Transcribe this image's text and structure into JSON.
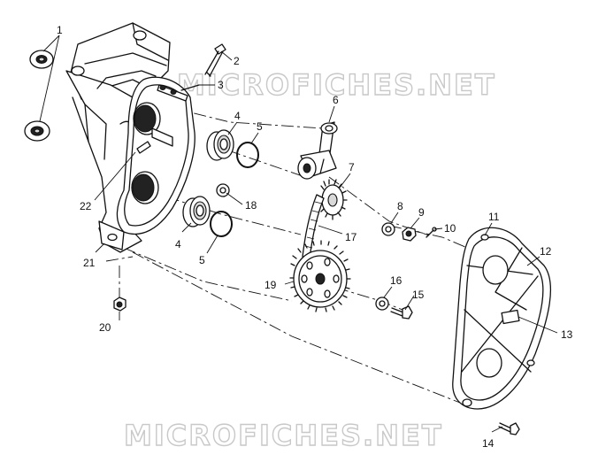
{
  "watermark_text": "MICROFICHES.NET",
  "callouts": {
    "c1": "1",
    "c2": "2",
    "c3": "3",
    "c4a": "4",
    "c4b": "4",
    "c5a": "5",
    "c5b": "5",
    "c6": "6",
    "c7": "7",
    "c8": "8",
    "c9": "9",
    "c10": "10",
    "c11": "11",
    "c12": "12",
    "c13": "13",
    "c14": "14",
    "c15": "15",
    "c16": "16",
    "c17": "17",
    "c18": "18",
    "c19": "19",
    "c20": "20",
    "c21": "21",
    "c22": "22"
  }
}
